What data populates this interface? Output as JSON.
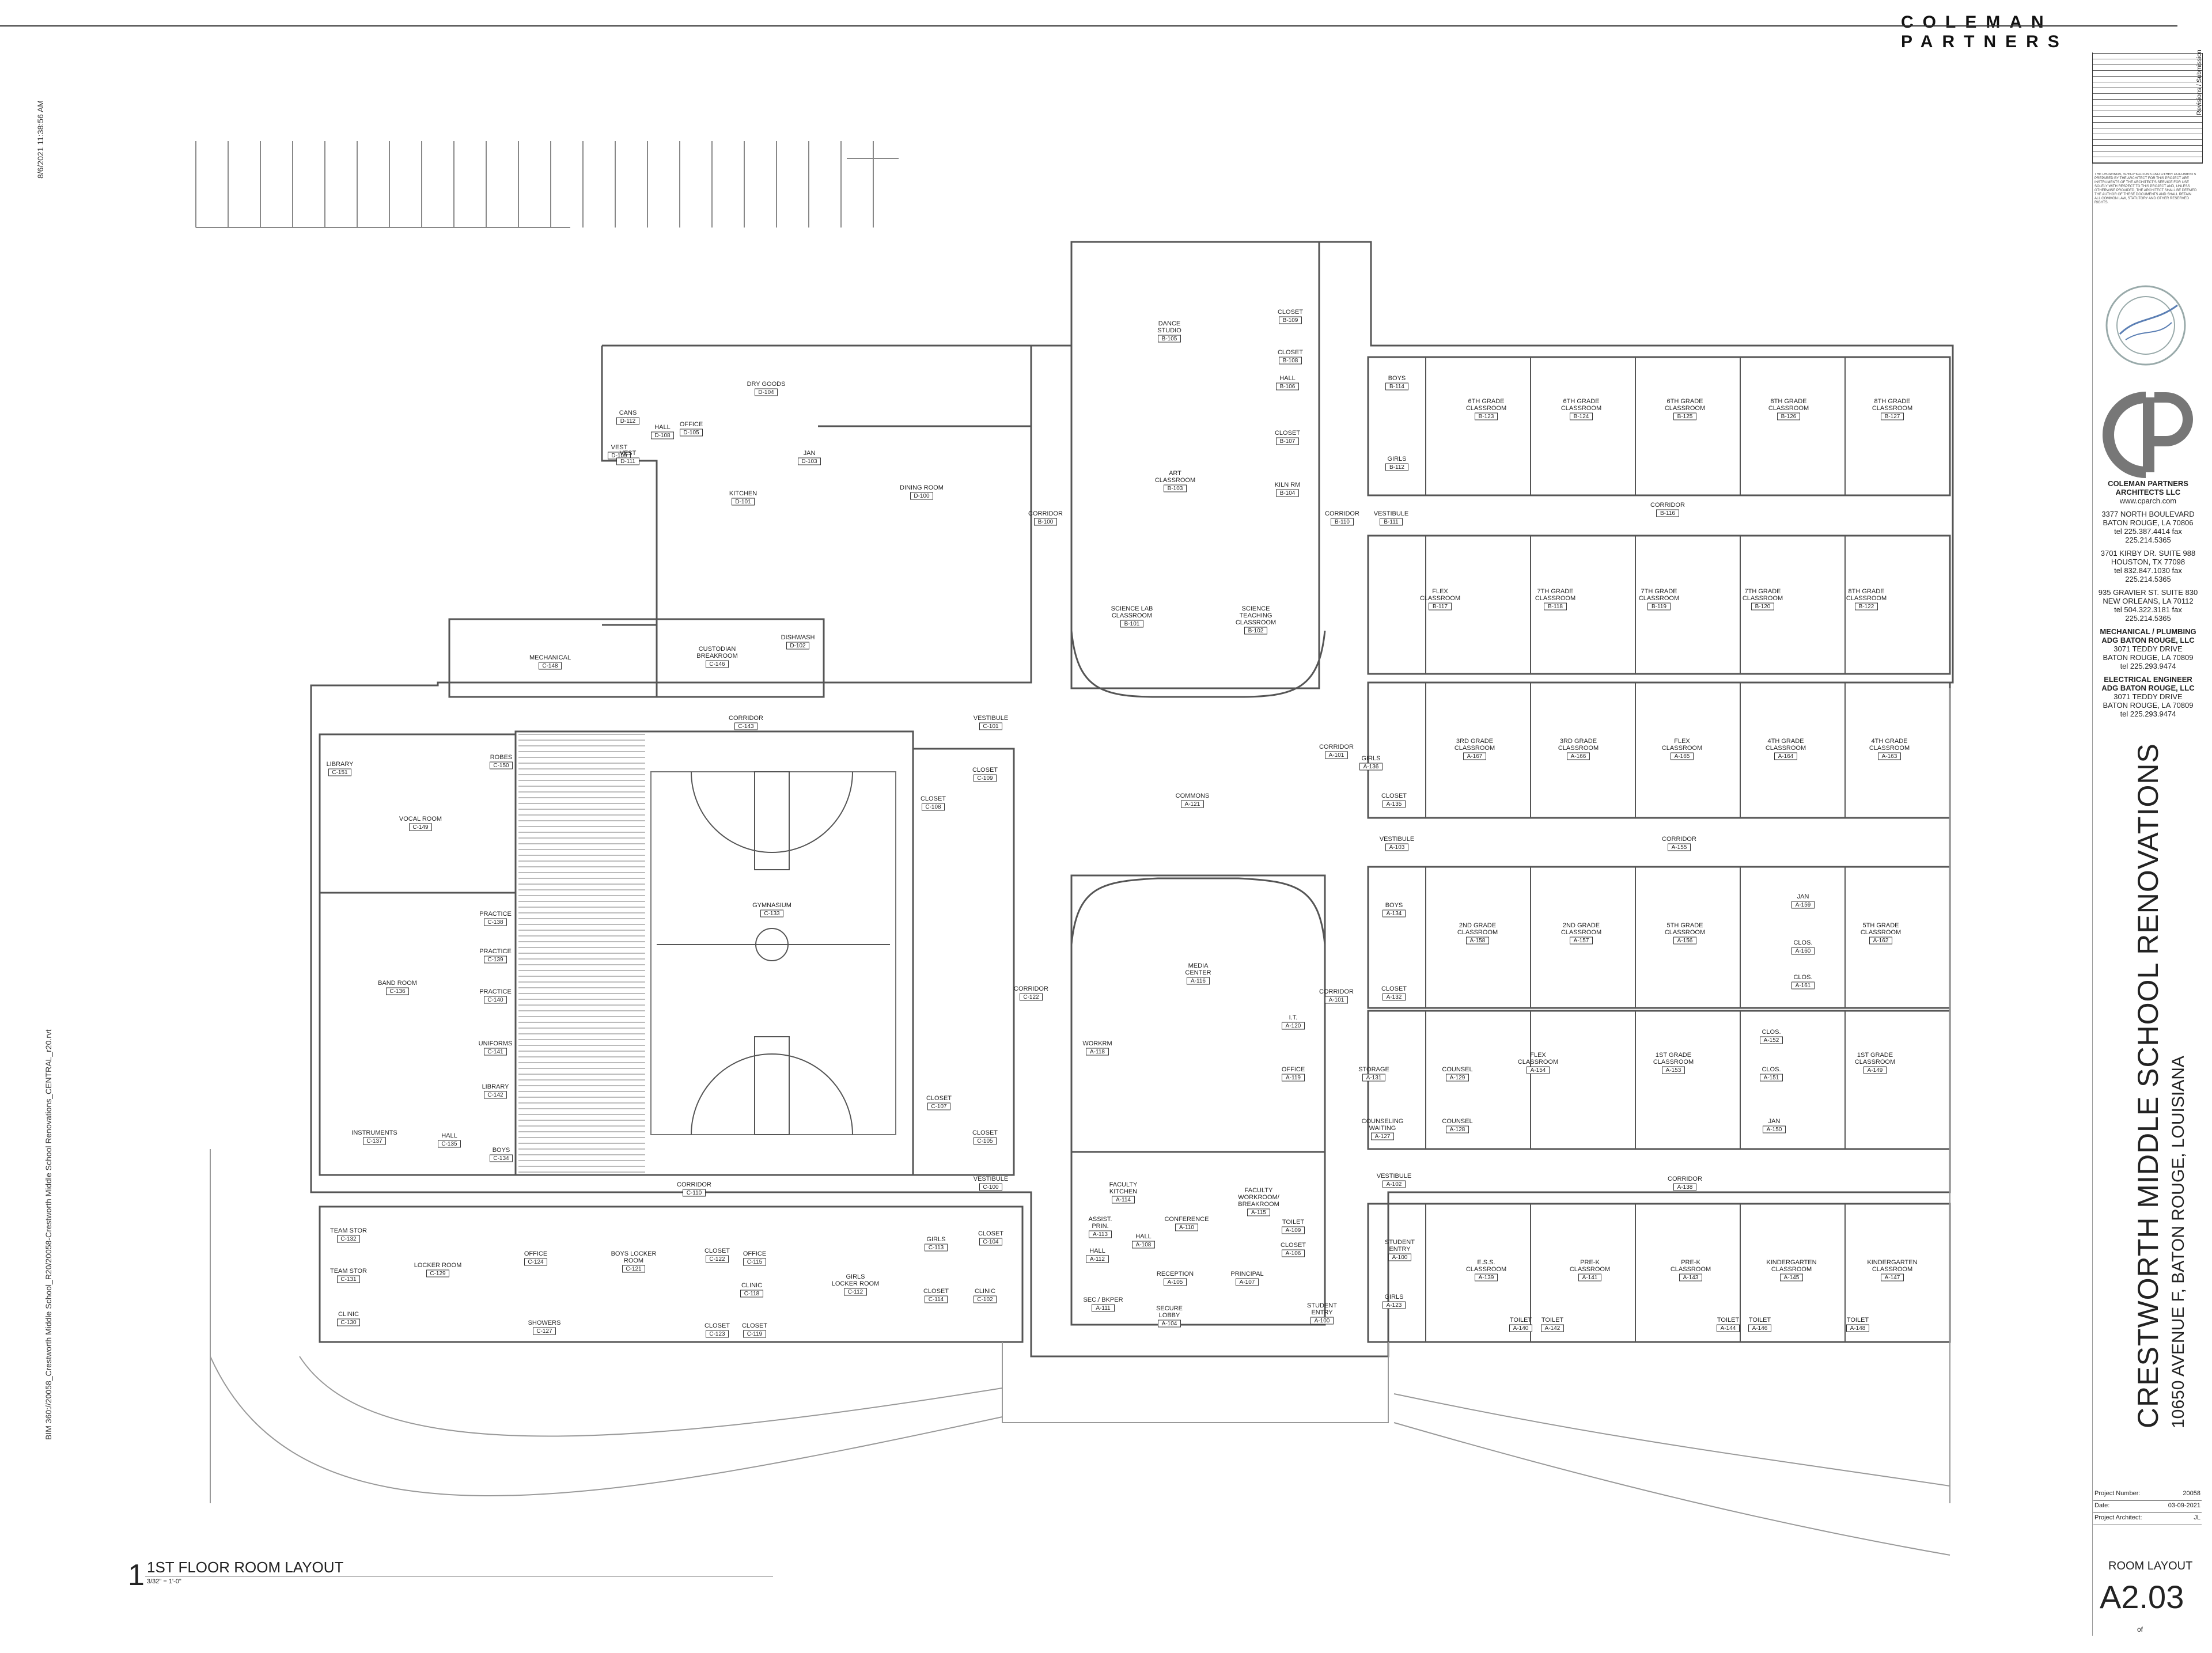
{
  "header": {
    "firm_name": "COLEMAN PARTNERS",
    "plot_timestamp": "8/6/2021 11:38:56 AM",
    "file_path": "BIM 360://20058_Crestworth Middle School_R20/20058-Crestworth Middle School Renovations_CENTRAL_r20.rvt"
  },
  "title_block": {
    "revisions_label": "Revisions / Submission",
    "notice_text": "THE DRAWINGS, SPECIFICATIONS AND OTHER DOCUMENTS PREPARED BY THE ARCHITECT FOR THIS PROJECT ARE INSTRUMENTS OF THE ARCHITECT'S SERVICE FOR USE SOLELY WITH RESPECT TO THIS PROJECT AND, UNLESS OTHERWISE PROVIDED, THE ARCHITECT SHALL BE DEEMED THE AUTHOR OF THESE DOCUMENTS AND SHALL RETAIN ALL COMMON LAW, STATUTORY AND OTHER RESERVED RIGHTS.",
    "firm_lines": [
      {
        "text": "COLEMAN PARTNERS",
        "bold": true
      },
      {
        "text": "ARCHITECTS LLC",
        "bold": true
      },
      {
        "text": "www.cparch.com",
        "bold": false
      },
      {
        "text": "",
        "bold": false
      },
      {
        "text": "3377 NORTH BOULEVARD",
        "bold": false
      },
      {
        "text": "BATON ROUGE, LA 70806",
        "bold": false
      },
      {
        "text": "tel 225.387.4414   fax 225.214.5365",
        "bold": false
      },
      {
        "text": "",
        "bold": false
      },
      {
        "text": "3701 KIRBY DR. SUITE 988",
        "bold": false
      },
      {
        "text": "HOUSTON, TX 77098",
        "bold": false
      },
      {
        "text": "tel 832.847.1030   fax 225.214.5365",
        "bold": false
      },
      {
        "text": "",
        "bold": false
      },
      {
        "text": "935 GRAVIER ST. SUITE 830",
        "bold": false
      },
      {
        "text": "NEW ORLEANS, LA 70112",
        "bold": false
      },
      {
        "text": "tel 504.322.3181   fax 225.214.5365",
        "bold": false
      },
      {
        "text": "",
        "bold": false
      },
      {
        "text": "MECHANICAL / PLUMBING",
        "bold": true
      },
      {
        "text": "ADG BATON ROUGE, LLC",
        "bold": true
      },
      {
        "text": "3071 TEDDY DRIVE",
        "bold": false
      },
      {
        "text": "BATON ROUGE, LA 70809",
        "bold": false
      },
      {
        "text": "tel 225.293.9474",
        "bold": false
      },
      {
        "text": "",
        "bold": false
      },
      {
        "text": "ELECTRICAL ENGINEER",
        "bold": true
      },
      {
        "text": "ADG BATON ROUGE, LLC",
        "bold": true
      },
      {
        "text": "3071 TEDDY DRIVE",
        "bold": false
      },
      {
        "text": "BATON ROUGE, LA 70809",
        "bold": false
      },
      {
        "text": "tel 225.293.9474",
        "bold": false
      }
    ],
    "project_title": "CRESTWORTH MIDDLE SCHOOL RENOVATIONS",
    "project_address": "10650 AVENUE F, BATON ROUGE, LOUISIANA",
    "project_rows": [
      {
        "label": "Project Number:",
        "value": "20058"
      },
      {
        "label": "Date:",
        "value": "03-09-2021"
      },
      {
        "label": "Project Architect:",
        "value": "JL"
      }
    ],
    "sheet_title": "ROOM LAYOUT",
    "sheet_number": "A2.03",
    "sheet_of": "of"
  },
  "drawing": {
    "number": "1",
    "title": "1ST FLOOR ROOM LAYOUT",
    "scale": "3/32\" = 1'-0\""
  },
  "rooms": [
    {
      "name": "DRY GOODS",
      "num": "D-104"
    },
    {
      "name": "DINING ROOM",
      "num": "D-100"
    },
    {
      "name": "KITCHEN",
      "num": "D-101"
    },
    {
      "name": "OFFICE",
      "num": "D-105"
    },
    {
      "name": "CANS",
      "num": "D-112"
    },
    {
      "name": "VEST",
      "num": "D-109"
    },
    {
      "name": "HALL",
      "num": "D-108"
    },
    {
      "name": "VEST",
      "num": "D-111"
    },
    {
      "name": "JAN",
      "num": "D-103"
    },
    {
      "name": "DISHWASH",
      "num": "D-102"
    },
    {
      "name": "MECHANICAL",
      "num": "C-148"
    },
    {
      "name": "CUSTODIAN BREAKROOM",
      "num": "C-146"
    },
    {
      "name": "CORRIDOR",
      "num": "C-143"
    },
    {
      "name": "VESTIBULE",
      "num": "C-101"
    },
    {
      "name": "CLOSET",
      "num": "C-109"
    },
    {
      "name": "CLOSET",
      "num": "C-108"
    },
    {
      "name": "LIBRARY",
      "num": "C-151"
    },
    {
      "name": "ROBES",
      "num": "C-150"
    },
    {
      "name": "VOCAL ROOM",
      "num": "C-149"
    },
    {
      "name": "GYMNASIUM",
      "num": "C-133"
    },
    {
      "name": "BAND ROOM",
      "num": "C-136"
    },
    {
      "name": "PRACTICE",
      "num": "C-138"
    },
    {
      "name": "PRACTICE",
      "num": "C-139"
    },
    {
      "name": "PRACTICE",
      "num": "C-140"
    },
    {
      "name": "UNIFORMS",
      "num": "C-141"
    },
    {
      "name": "LIBRARY",
      "num": "C-142"
    },
    {
      "name": "INSTRUMENTS",
      "num": "C-137"
    },
    {
      "name": "HALL",
      "num": "C-135"
    },
    {
      "name": "BOYS",
      "num": "C-134"
    },
    {
      "name": "CORRIDOR",
      "num": "C-122"
    },
    {
      "name": "CLOSET",
      "num": "C-107"
    },
    {
      "name": "CLOSET",
      "num": "C-105"
    },
    {
      "name": "VESTIBULE",
      "num": "C-100"
    },
    {
      "name": "CORRIDOR",
      "num": "C-110"
    },
    {
      "name": "TEAM STOR",
      "num": "C-132"
    },
    {
      "name": "TEAM STOR",
      "num": "C-131"
    },
    {
      "name": "CLINIC",
      "num": "C-130"
    },
    {
      "name": "LOCKER ROOM",
      "num": "C-129"
    },
    {
      "name": "OFFICE",
      "num": "C-124"
    },
    {
      "name": "SHOWERS",
      "num": "C-127"
    },
    {
      "name": "BOYS LOCKER ROOM",
      "num": "C-121"
    },
    {
      "name": "CLOSET",
      "num": "C-122"
    },
    {
      "name": "OFFICE",
      "num": "C-115"
    },
    {
      "name": "CLINIC",
      "num": "C-118"
    },
    {
      "name": "CLOSET",
      "num": "C-123"
    },
    {
      "name": "CLOSET",
      "num": "C-119"
    },
    {
      "name": "GIRLS LOCKER ROOM",
      "num": "C-112"
    },
    {
      "name": "GIRLS",
      "num": "C-113"
    },
    {
      "name": "CLOSET",
      "num": "C-104"
    },
    {
      "name": "CLINIC",
      "num": "C-102"
    },
    {
      "name": "CLOSET",
      "num": "C-114"
    },
    {
      "name": "DANCE STUDIO",
      "num": "B-105"
    },
    {
      "name": "CLOSET",
      "num": "B-109"
    },
    {
      "name": "CLOSET",
      "num": "B-108"
    },
    {
      "name": "HALL",
      "num": "B-106"
    },
    {
      "name": "CLOSET",
      "num": "B-107"
    },
    {
      "name": "ART CLASSROOM",
      "num": "B-103"
    },
    {
      "name": "KILN RM",
      "num": "B-104"
    },
    {
      "name": "CORRIDOR",
      "num": "B-100"
    },
    {
      "name": "SCIENCE LAB CLASSROOM",
      "num": "B-101"
    },
    {
      "name": "SCIENCE TEACHING CLASSROOM",
      "num": "B-102"
    },
    {
      "name": "CORRIDOR",
      "num": "B-110"
    },
    {
      "name": "BOYS",
      "num": "B-114"
    },
    {
      "name": "GIRLS",
      "num": "B-112"
    },
    {
      "name": "VESTIBULE",
      "num": "B-111"
    },
    {
      "name": "6TH GRADE CLASSROOM",
      "num": "B-123"
    },
    {
      "name": "6TH GRADE CLASSROOM",
      "num": "B-124"
    },
    {
      "name": "6TH GRADE CLASSROOM",
      "num": "B-125"
    },
    {
      "name": "8TH GRADE CLASSROOM",
      "num": "B-126"
    },
    {
      "name": "8TH GRADE CLASSROOM",
      "num": "B-127"
    },
    {
      "name": "CORRIDOR",
      "num": "B-116"
    },
    {
      "name": "FLEX CLASSROOM",
      "num": "B-117"
    },
    {
      "name": "7TH GRADE CLASSROOM",
      "num": "B-118"
    },
    {
      "name": "7TH GRADE CLASSROOM",
      "num": "B-119"
    },
    {
      "name": "7TH GRADE CLASSROOM",
      "num": "B-120"
    },
    {
      "name": "8TH GRADE CLASSROOM",
      "num": "B-122"
    },
    {
      "name": "COMMONS",
      "num": "A-121"
    },
    {
      "name": "CORRIDOR",
      "num": "A-101"
    },
    {
      "name": "GIRLS",
      "num": "A-136"
    },
    {
      "name": "CLOSET",
      "num": "A-135"
    },
    {
      "name": "3RD GRADE CLASSROOM",
      "num": "A-167"
    },
    {
      "name": "3RD GRADE CLASSROOM",
      "num": "A-166"
    },
    {
      "name": "FLEX CLASSROOM",
      "num": "A-165"
    },
    {
      "name": "4TH GRADE CLASSROOM",
      "num": "A-164"
    },
    {
      "name": "4TH GRADE CLASSROOM",
      "num": "A-163"
    },
    {
      "name": "VESTIBULE",
      "num": "A-103"
    },
    {
      "name": "CORRIDOR",
      "num": "A-155"
    },
    {
      "name": "BOYS",
      "num": "A-134"
    },
    {
      "name": "CLOSET",
      "num": "A-132"
    },
    {
      "name": "2ND GRADE CLASSROOM",
      "num": "A-158"
    },
    {
      "name": "2ND GRADE CLASSROOM",
      "num": "A-157"
    },
    {
      "name": "5TH GRADE CLASSROOM",
      "num": "A-156"
    },
    {
      "name": "JAN",
      "num": "A-159"
    },
    {
      "name": "CLOS.",
      "num": "A-160"
    },
    {
      "name": "CLOS.",
      "num": "A-161"
    },
    {
      "name": "5TH GRADE CLASSROOM",
      "num": "A-162"
    },
    {
      "name": "MEDIA CENTER",
      "num": "A-116"
    },
    {
      "name": "WORKRM",
      "num": "A-118"
    },
    {
      "name": "I.T.",
      "num": "A-120"
    },
    {
      "name": "OFFICE",
      "num": "A-119"
    },
    {
      "name": "CORRIDOR",
      "num": "A-101"
    },
    {
      "name": "STORAGE",
      "num": "A-131"
    },
    {
      "name": "COUNSEL",
      "num": "A-129"
    },
    {
      "name": "COUNSELING WAITING",
      "num": "A-127"
    },
    {
      "name": "COUNSEL",
      "num": "A-128"
    },
    {
      "name": "FLEX CLASSROOM",
      "num": "A-154"
    },
    {
      "name": "1ST GRADE CLASSROOM",
      "num": "A-153"
    },
    {
      "name": "CLOS.",
      "num": "A-152"
    },
    {
      "name": "CLOS.",
      "num": "A-151"
    },
    {
      "name": "JAN",
      "num": "A-150"
    },
    {
      "name": "1ST GRADE CLASSROOM",
      "num": "A-149"
    },
    {
      "name": "FACULTY KITCHEN",
      "num": "A-114"
    },
    {
      "name": "FACULTY WORKROOM/ BREAKROOM",
      "num": "A-115"
    },
    {
      "name": "ASSIST. PRIN.",
      "num": "A-113"
    },
    {
      "name": "HALL",
      "num": "A-108"
    },
    {
      "name": "CONFERENCE",
      "num": "A-110"
    },
    {
      "name": "HALL",
      "num": "A-112"
    },
    {
      "name": "RECEPTION",
      "num": "A-105"
    },
    {
      "name": "PRINCIPAL",
      "num": "A-107"
    },
    {
      "name": "SEC./ BKPER",
      "num": "A-111"
    },
    {
      "name": "TOILET",
      "num": "A-109"
    },
    {
      "name": "CLOSET",
      "num": "A-106"
    },
    {
      "name": "SECURE LOBBY",
      "num": "A-104"
    },
    {
      "name": "STUDENT ENTRY",
      "num": "A-100"
    },
    {
      "name": "VESTIBULE",
      "num": "A-102"
    },
    {
      "name": "CORRIDOR",
      "num": "A-138"
    },
    {
      "name": "STUDENT ENTRY",
      "num": "A-100"
    },
    {
      "name": "GIRLS",
      "num": "A-123"
    },
    {
      "name": "E.S.S. CLASSROOM",
      "num": "A-139"
    },
    {
      "name": "PRE-K CLASSROOM",
      "num": "A-141"
    },
    {
      "name": "PRE-K CLASSROOM",
      "num": "A-143"
    },
    {
      "name": "KINDERGARTEN CLASSROOM",
      "num": "A-145"
    },
    {
      "name": "KINDERGARTEN CLASSROOM",
      "num": "A-147"
    },
    {
      "name": "TOILET",
      "num": "A-140"
    },
    {
      "name": "TOILET",
      "num": "A-142"
    },
    {
      "name": "TOILET",
      "num": "A-144"
    },
    {
      "name": "TOILET",
      "num": "A-146"
    },
    {
      "name": "TOILET",
      "num": "A-148"
    }
  ]
}
